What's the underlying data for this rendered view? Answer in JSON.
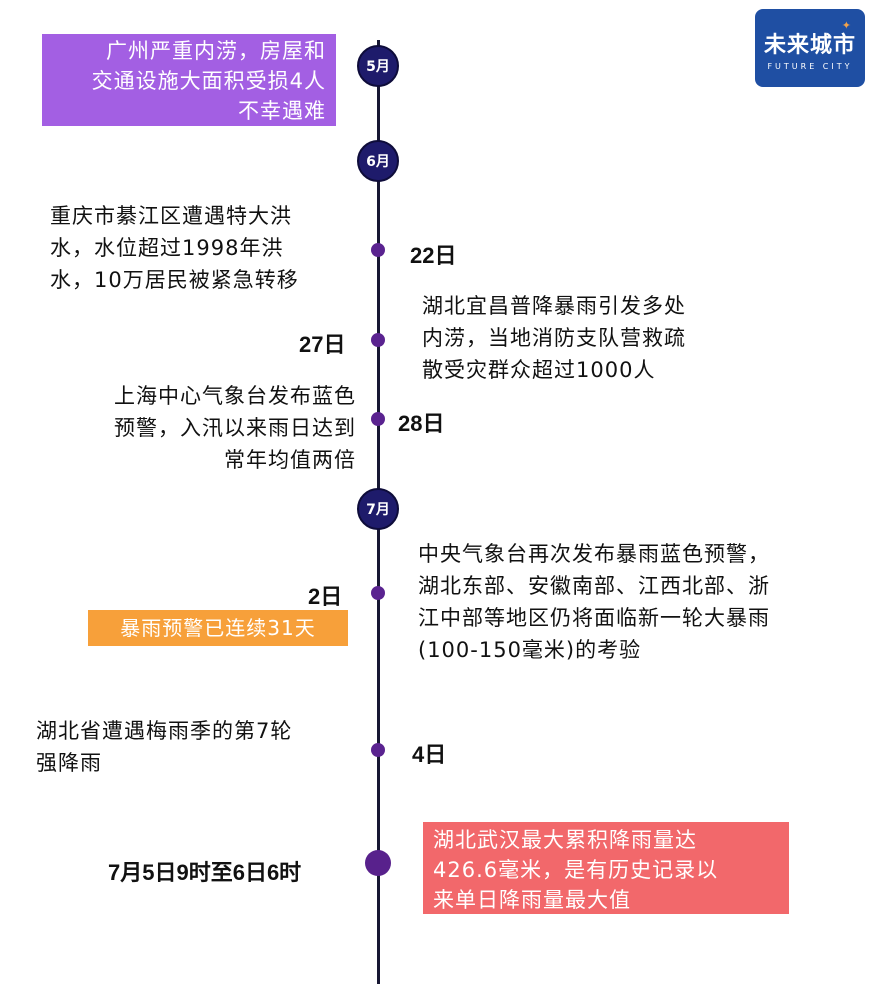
{
  "logo": {
    "main": "未来城市",
    "sub": "FUTURE CITY",
    "star": "✦"
  },
  "months": {
    "may": "5月",
    "june": "6月",
    "july": "7月"
  },
  "events": {
    "may_guangzhou": [
      "广州严重内涝，房屋和",
      "交通设施大面积受损4人",
      "不幸遇难"
    ],
    "jun22": {
      "day": "22日",
      "lines": [
        "重庆市綦江区遭遇特大洪",
        "水，水位超过1998年洪",
        "水，10万居民被紧急转移"
      ]
    },
    "jun27": {
      "day": "27日",
      "lines": [
        "湖北宜昌普降暴雨引发多处",
        "内涝，当地消防支队营救疏",
        "散受灾群众超过1000人"
      ]
    },
    "jun28": {
      "day": "28日",
      "lines": [
        "上海中心气象台发布蓝色",
        "预警，入汛以来雨日达到",
        "常年均值两倍"
      ]
    },
    "jul2": {
      "day": "2日",
      "badge": "暴雨预警已连续31天",
      "lines": [
        "中央气象台再次发布暴雨蓝色预警，",
        "湖北东部、安徽南部、江西北部、浙",
        "江中部等地区仍将面临新一轮大暴雨",
        "(100-150毫米)的考验"
      ]
    },
    "jul4": {
      "day": "4日",
      "lines": [
        "湖北省遭遇梅雨季的第7轮",
        "强降雨"
      ]
    },
    "jul5": {
      "day": "7月5日9时至6日6时",
      "lines": [
        "湖北武汉最大累积降雨量达",
        "426.6毫米，是有历史记录以",
        "来单日降雨量最大值"
      ]
    }
  },
  "colors": {
    "axis": "#171733",
    "month_circle": "#1e1b6b",
    "dot": "#5a2390",
    "purple_box": "#a35fe3",
    "orange_box": "#f7a03a",
    "red_box": "#f2686b",
    "logo_bg": "#1f4fa3"
  }
}
